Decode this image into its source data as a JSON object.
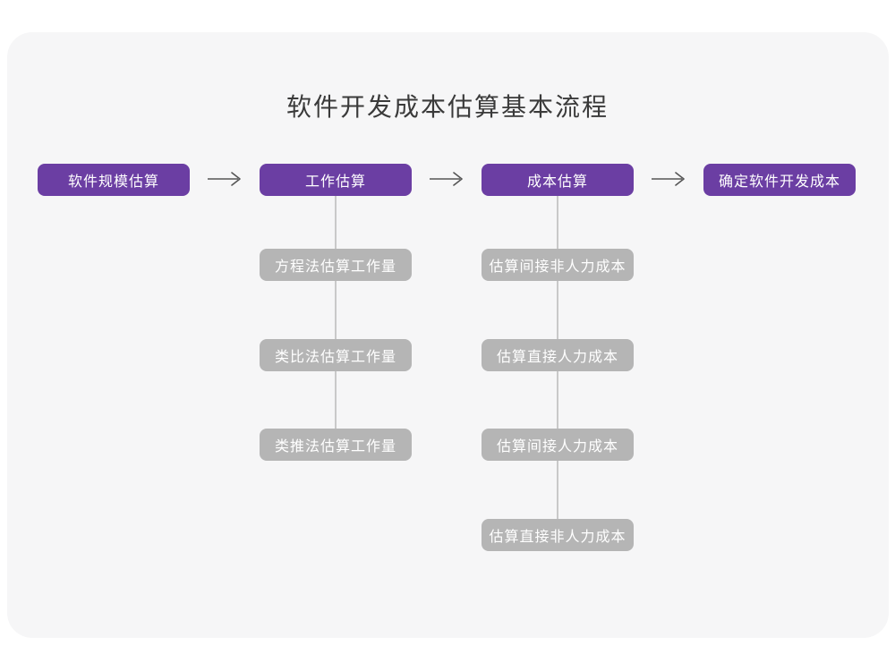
{
  "title": "软件开发成本估算基本流程",
  "colors": {
    "card_background": "#f6f6f7",
    "main_node": "#6b3ea3",
    "sub_node": "#b5b5b5",
    "connector_line": "#c9c9c9",
    "arrow": "#555555",
    "title_text": "#3a3a3a",
    "node_text": "#ffffff"
  },
  "flow": {
    "main_steps": [
      {
        "label": "软件规模估算"
      },
      {
        "label": "工作估算"
      },
      {
        "label": "成本估算"
      },
      {
        "label": "确定软件开发成本"
      }
    ],
    "work_substeps": [
      {
        "label": "方程法估算工作量"
      },
      {
        "label": "类比法估算工作量"
      },
      {
        "label": "类推法估算工作量"
      }
    ],
    "cost_substeps": [
      {
        "label": "估算间接非人力成本"
      },
      {
        "label": "估算直接人力成本"
      },
      {
        "label": "估算间接人力成本"
      },
      {
        "label": "估算直接非人力成本"
      }
    ]
  }
}
